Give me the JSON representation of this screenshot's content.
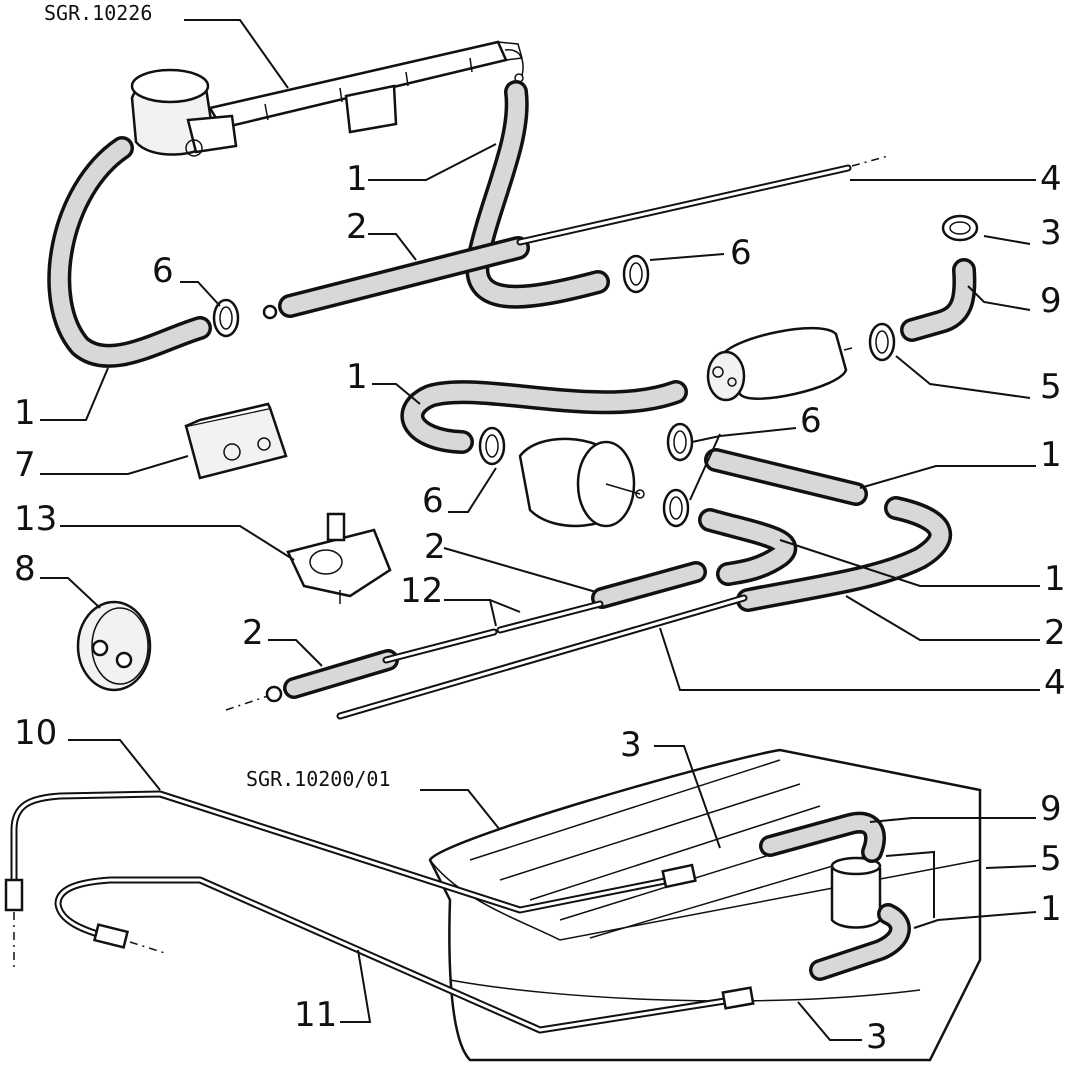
{
  "references": {
    "top": "SGR.10226",
    "tank": "SGR.10200/01"
  },
  "labels": {
    "l1a": "1",
    "l1b": "1",
    "l1c": "1",
    "l1d": "1",
    "l1e": "1",
    "l1f": "1",
    "l2a": "2",
    "l2b": "2",
    "l2c": "2",
    "l2d": "2",
    "l3a": "3",
    "l3b": "3",
    "l3c": "3",
    "l4a": "4",
    "l4b": "4",
    "l5a": "5",
    "l5b": "5",
    "l6a": "6",
    "l6b": "6",
    "l6c": "6",
    "l6d": "6",
    "l7": "7",
    "l8": "8",
    "l9a": "9",
    "l9b": "9",
    "l10": "10",
    "l11": "11",
    "l12": "12",
    "l13": "13"
  },
  "icons": [
    "pressure-regulator",
    "fuel-rail",
    "fuel-pump",
    "fuel-filter",
    "hose-clamp",
    "fuel-tank",
    "bracket",
    "grommet",
    "connector"
  ]
}
